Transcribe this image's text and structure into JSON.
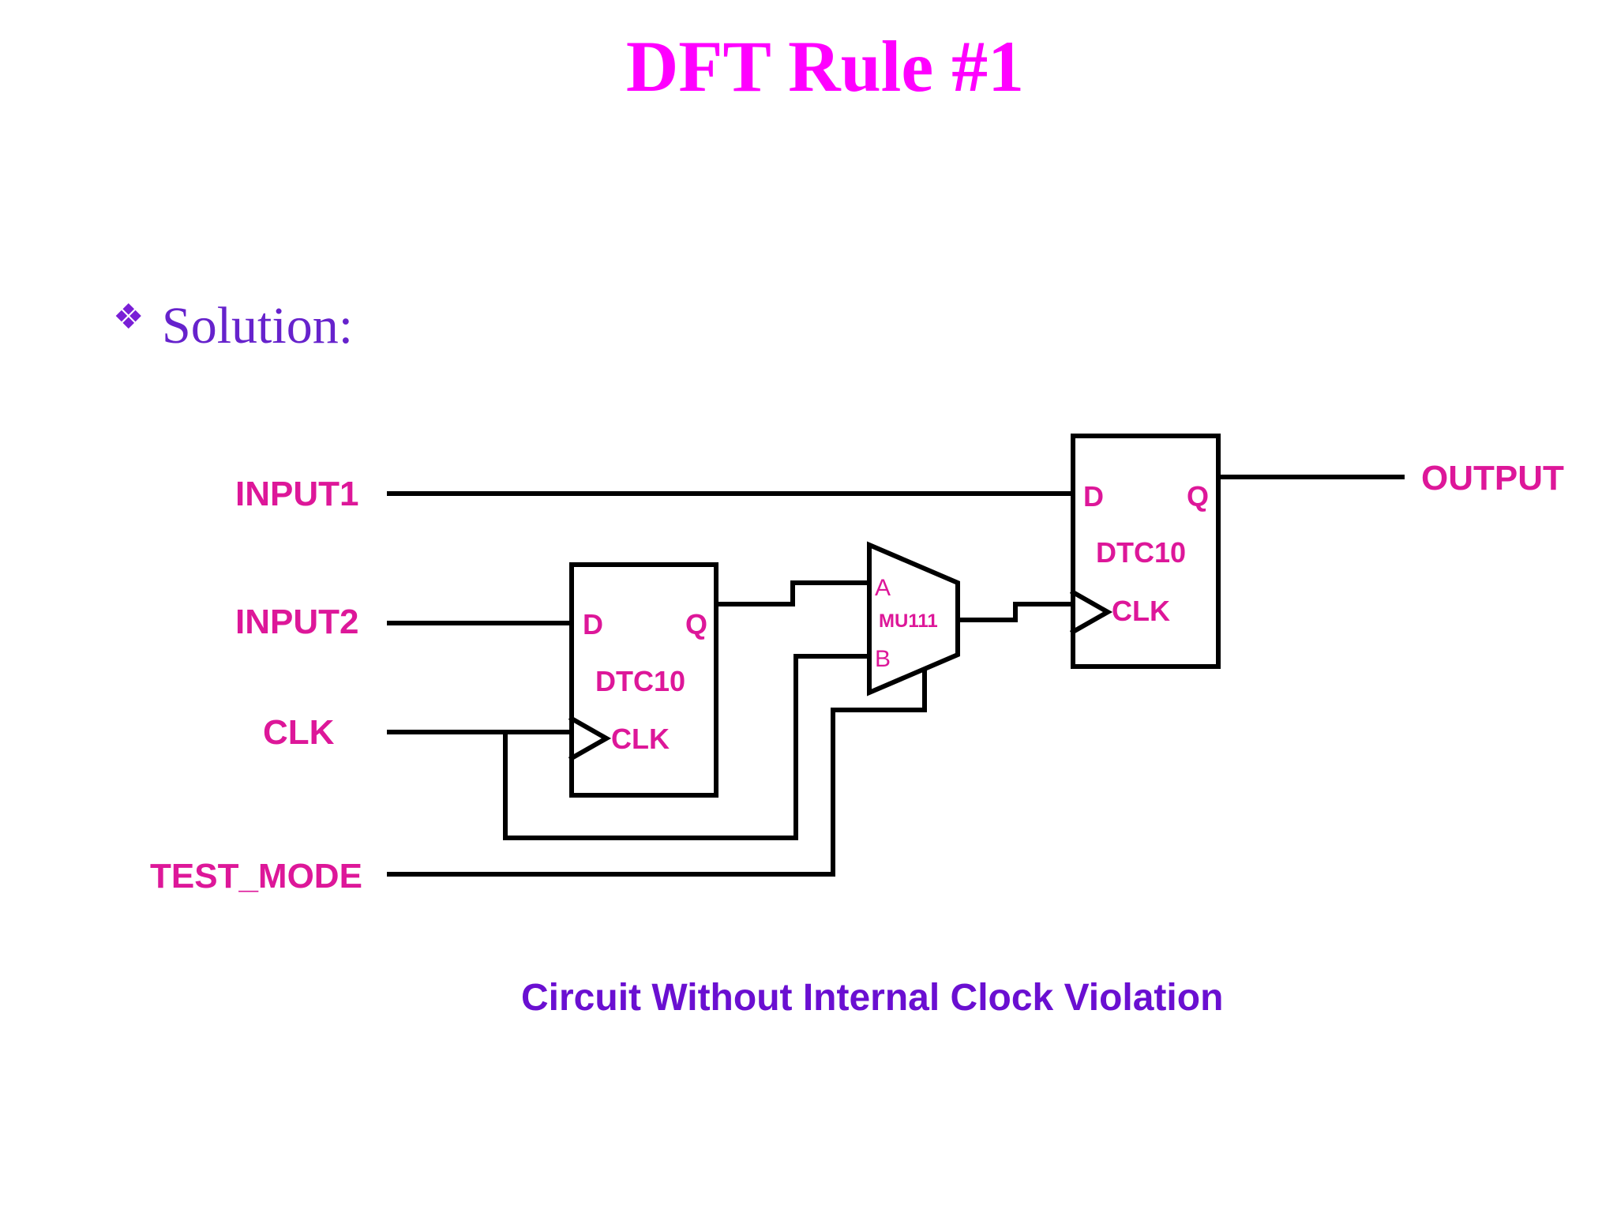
{
  "slide": {
    "title": "DFT Rule #1",
    "bullet_glyph": "❖",
    "heading": "Solution:",
    "caption": "Circuit Without Internal Clock Violation"
  },
  "diagram": {
    "inputs": {
      "input1": "INPUT1",
      "input2": "INPUT2",
      "clk": "CLK",
      "test_mode": "TEST_MODE"
    },
    "output": "OUTPUT",
    "ff1": {
      "name": "DTC10",
      "d": "D",
      "q": "Q",
      "clk": "CLK"
    },
    "mux": {
      "name": "MU111",
      "a": "A",
      "b": "B"
    },
    "ff2": {
      "name": "DTC10",
      "d": "D",
      "q": "Q",
      "clk": "CLK"
    }
  },
  "colors": {
    "title": "#ff00ff",
    "heading": "#6622cc",
    "labels": "#dd1799",
    "caption": "#6a0fd1",
    "wires": "#000000"
  }
}
